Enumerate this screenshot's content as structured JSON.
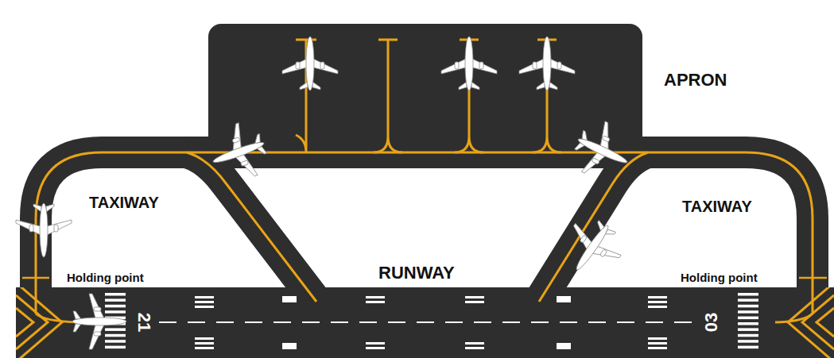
{
  "diagram": {
    "labels": [
      "APRON",
      "TAXIWAY",
      "TAXIWAY",
      "RUNWAY",
      "Holding point",
      "Holding point",
      "21",
      "03"
    ]
  }
}
